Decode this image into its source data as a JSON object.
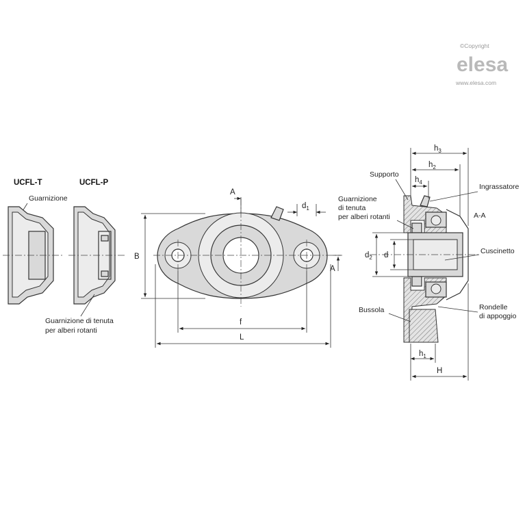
{
  "watermark": {
    "copyright": "©Copyright",
    "brand": "elesa",
    "url": "www.elesa.com"
  },
  "variants": {
    "ucfl_t": {
      "title": "UCFL-T",
      "label": "Guarnizione"
    },
    "ucfl_p": {
      "title": "UCFL-P",
      "label_line1": "Guarnizione di tenuta",
      "label_line2": "per alberi rotanti"
    }
  },
  "front_view": {
    "dims": {
      "A_top": "A",
      "A_side": "A",
      "B": "B",
      "d1": "d",
      "d1_sub": "1",
      "f": "f",
      "L": "L"
    }
  },
  "section_view": {
    "section_label": "A-A",
    "labels": {
      "supporto": "Supporto",
      "guarnizione_1": "Guarnizione",
      "guarnizione_2": "di tenuta",
      "guarnizione_3": "per alberi rotanti",
      "ingrassatore": "Ingrassatore",
      "cuscinetto": "Cuscinetto",
      "bussola": "Bussola",
      "rondelle_1": "Rondelle",
      "rondelle_2": "di appoggio"
    },
    "dims": {
      "h3": "h",
      "h3_sub": "3",
      "h2": "h",
      "h2_sub": "2",
      "h4": "h",
      "h4_sub": "4",
      "h1": "h",
      "h1_sub": "1",
      "H": "H",
      "d2": "d",
      "d2_sub": "2",
      "d": "d"
    }
  }
}
